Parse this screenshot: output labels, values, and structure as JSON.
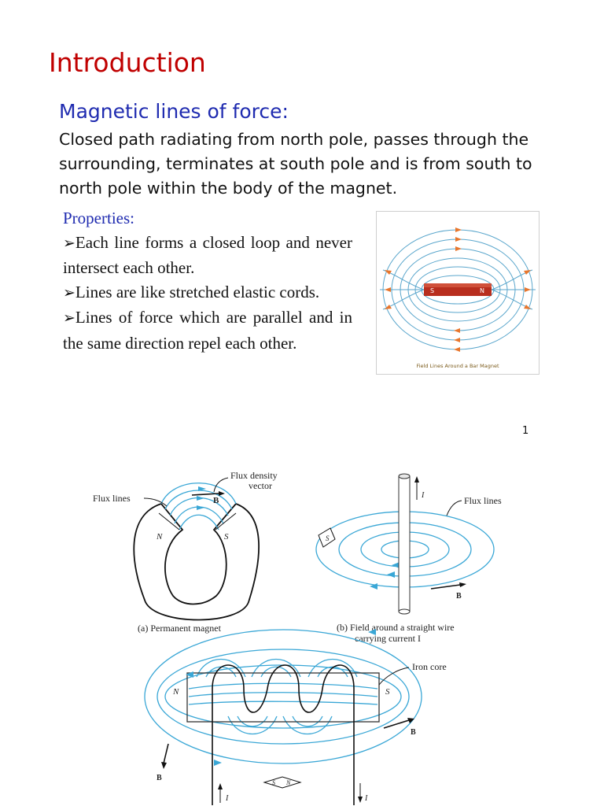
{
  "slide": {
    "title": "Introduction",
    "heading": "Magnetic lines of force:",
    "body": "Closed path radiating from north pole, passes through the surrounding, terminates at south pole and is from south to north pole within the body of the magnet.",
    "properties_title": "Properties:",
    "properties": [
      "Each line forms a closed loop and never intersect each other.",
      "Lines are like stretched elastic cords.",
      "Lines of force which are parallel and in the same direction repel each other."
    ],
    "bullet_glyph": "➢",
    "page_number": "1"
  },
  "bar_magnet_figure": {
    "pole_s": "S",
    "pole_n": "N",
    "caption": "Field Lines Around a Bar Magnet"
  },
  "figure_permanent": {
    "flux_lines": "Flux lines",
    "flux_density_line1": "Flux density",
    "flux_density_line2": "vector",
    "vector_b": "B",
    "pole_n": "N",
    "pole_s": "S",
    "caption": "(a) Permanent magnet"
  },
  "figure_wire": {
    "current": "I",
    "flux_lines": "Flux lines",
    "vector_b": "B",
    "compass": "S",
    "caption_line1": "(b) Field around a straight wire",
    "caption_line2": "carrying current I"
  },
  "figure_solenoid": {
    "iron_core": "Iron core",
    "pole_n": "N",
    "pole_s": "S",
    "vector_b": "B",
    "current": "I",
    "compass_s": "S",
    "compass_n": "N"
  },
  "colors": {
    "title": "#c00000",
    "heading": "#1f2bb0",
    "flux": "#3aa7d6",
    "magnet_red": "#b82e1e",
    "arrow_orange": "#e8762d"
  }
}
